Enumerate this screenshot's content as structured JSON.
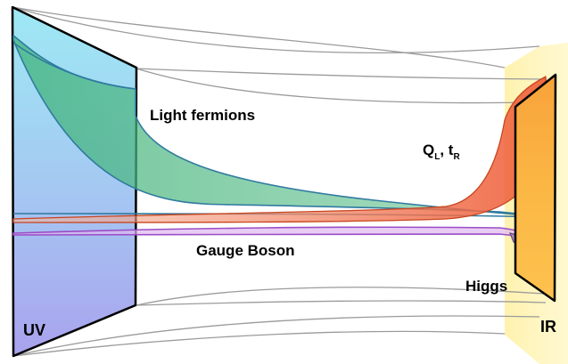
{
  "labels": {
    "light_fermions": "Light fermions",
    "third_gen_q": "Q",
    "third_gen_q_sub": "L",
    "third_gen_sep": ", t",
    "third_gen_t_sub": "R",
    "gauge_boson": "Gauge Boson",
    "higgs": "Higgs",
    "uv": "UV",
    "ir": "IR"
  },
  "colors": {
    "uv_brane_top": "#9ee9f4",
    "uv_brane_bottom": "#a9a2ee",
    "ir_glow": "#fff3a6",
    "ir_brane": "#fbb13c",
    "light_fermion_profile": "#59b985",
    "third_gen_profile": "#f0663c",
    "gauge_boson_profile": "#c77fe0",
    "higgs_profile": "#a98ab4",
    "wireframe": "#9b9b9b",
    "outline": "#000000"
  }
}
